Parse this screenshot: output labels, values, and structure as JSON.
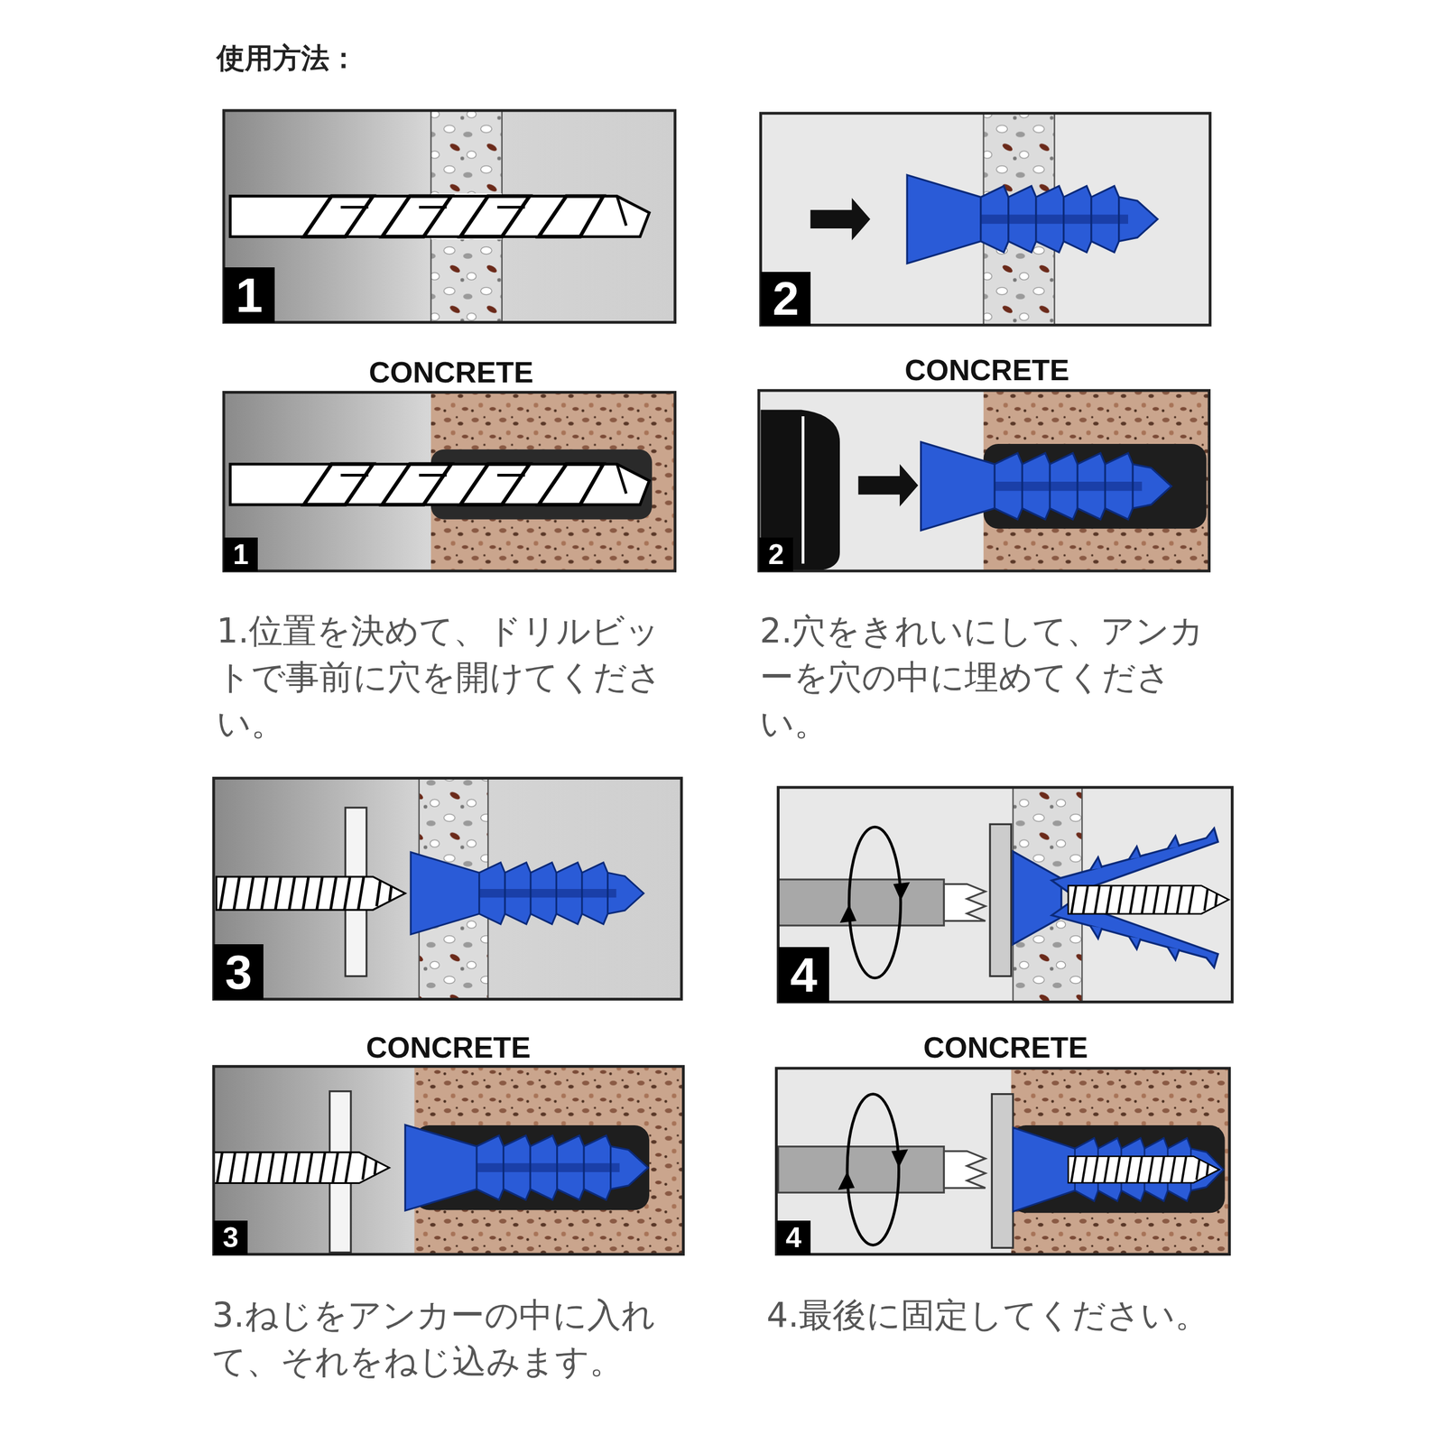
{
  "diagram": {
    "title": "使用方法：",
    "labels": [
      "1",
      "2",
      "CONCRETE",
      "CONCRETE",
      "1",
      "2",
      "1.位置を決めて、ドリルビットで事前に穴を開けてください。",
      "2.穴をきれいにして、アンカーを穴の中に埋めてください。",
      "3",
      "4",
      "CONCRETE",
      "CONCRETE",
      "3",
      "4",
      "3.ねじをアンカーの中に入れて、それをねじ込みます。",
      "4.最後に固定してください。"
    ]
  }
}
